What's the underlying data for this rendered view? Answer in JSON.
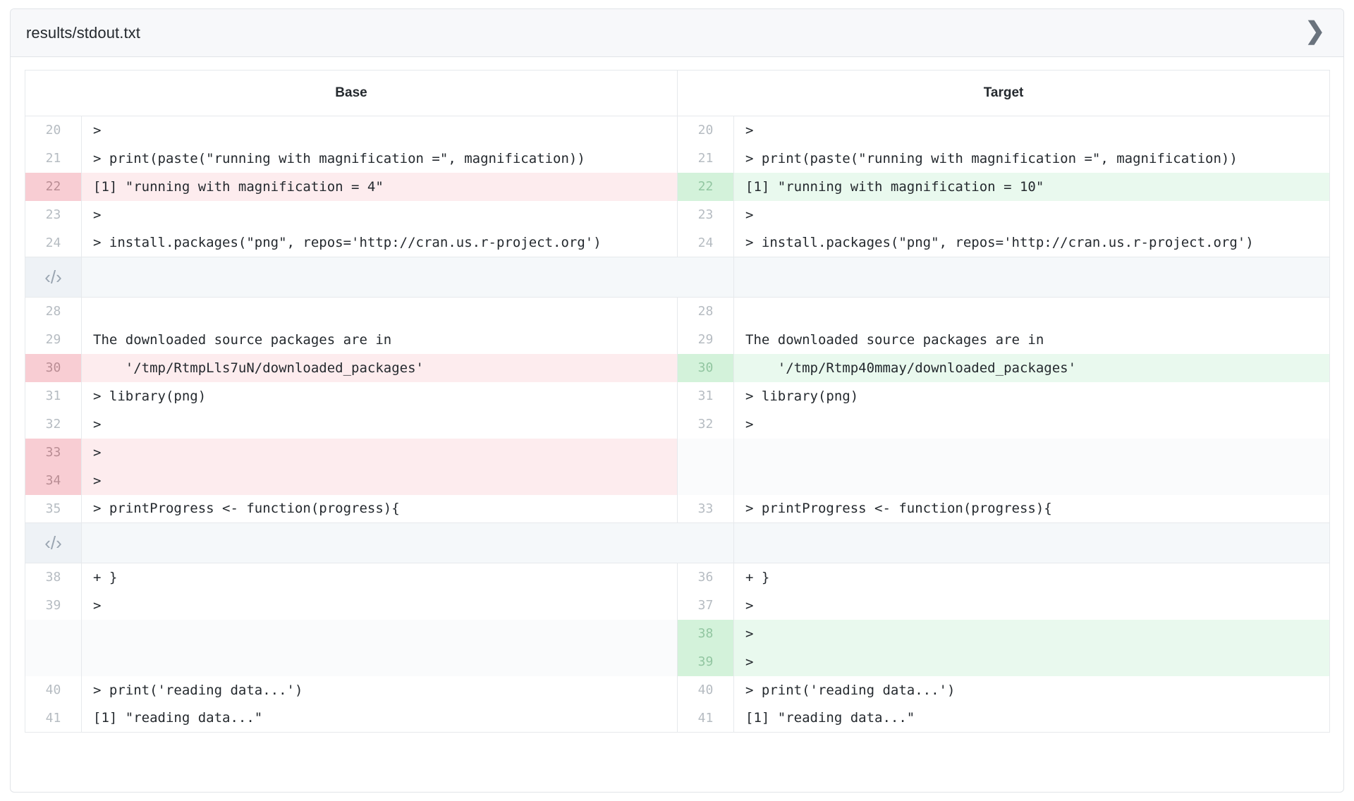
{
  "file_header": {
    "path": "results/stdout.txt",
    "toggle_icon": "chevron-right-icon",
    "toggle_glyph": "❯"
  },
  "columns": {
    "base_label": "Base",
    "target_label": "Target"
  },
  "expander": {
    "glyph": "‹/›",
    "icon": "code-expand-icon"
  },
  "colors": {
    "deletion_bg": "#fdecee",
    "deletion_gutter_bg": "#f8cdd3",
    "addition_bg": "#e9f9ee",
    "addition_gutter_bg": "#d3f2da",
    "empty_bg": "#fafbfc",
    "expander_bg": "#f5f8fa",
    "header_bg": "#f7f8fa",
    "border": "#e1e4e8"
  },
  "groups": [
    {
      "rows": [
        {
          "type": "context",
          "base_ln": "20",
          "base_code": ">",
          "target_ln": "20",
          "target_code": ">"
        },
        {
          "type": "context",
          "base_ln": "21",
          "base_code": "> print(paste(\"running with magnification =\", magnification))",
          "target_ln": "21",
          "target_code": "> print(paste(\"running with magnification =\", magnification))"
        },
        {
          "type": "change",
          "base_ln": "22",
          "base_code": "[1] \"running with magnification = 4\"",
          "target_ln": "22",
          "target_code": "[1] \"running with magnification = 10\""
        },
        {
          "type": "context",
          "base_ln": "23",
          "base_code": ">",
          "target_ln": "23",
          "target_code": ">"
        },
        {
          "type": "context",
          "base_ln": "24",
          "base_code": "> install.packages(\"png\", repos='http://cran.us.r-project.org')",
          "target_ln": "24",
          "target_code": "> install.packages(\"png\", repos='http://cran.us.r-project.org')"
        }
      ]
    },
    {
      "rows": [
        {
          "type": "context",
          "base_ln": "28",
          "base_code": "",
          "target_ln": "28",
          "target_code": ""
        },
        {
          "type": "context",
          "base_ln": "29",
          "base_code": "The downloaded source packages are in",
          "target_ln": "29",
          "target_code": "The downloaded source packages are in"
        },
        {
          "type": "change",
          "base_ln": "30",
          "base_code": "    '/tmp/RtmpLls7uN/downloaded_packages'",
          "target_ln": "30",
          "target_code": "    '/tmp/Rtmp40mmay/downloaded_packages'"
        },
        {
          "type": "context",
          "base_ln": "31",
          "base_code": "> library(png)",
          "target_ln": "31",
          "target_code": "> library(png)"
        },
        {
          "type": "context",
          "base_ln": "32",
          "base_code": ">",
          "target_ln": "32",
          "target_code": ">"
        },
        {
          "type": "deletion",
          "base_ln": "33",
          "base_code": ">",
          "target_ln": "",
          "target_code": ""
        },
        {
          "type": "deletion",
          "base_ln": "34",
          "base_code": ">",
          "target_ln": "",
          "target_code": ""
        },
        {
          "type": "context",
          "base_ln": "35",
          "base_code": "> printProgress <- function(progress){",
          "target_ln": "33",
          "target_code": "> printProgress <- function(progress){"
        }
      ]
    },
    {
      "rows": [
        {
          "type": "context",
          "base_ln": "38",
          "base_code": "+ }",
          "target_ln": "36",
          "target_code": "+ }"
        },
        {
          "type": "context",
          "base_ln": "39",
          "base_code": ">",
          "target_ln": "37",
          "target_code": ">"
        },
        {
          "type": "addition",
          "base_ln": "",
          "base_code": "",
          "target_ln": "38",
          "target_code": ">"
        },
        {
          "type": "addition",
          "base_ln": "",
          "base_code": "",
          "target_ln": "39",
          "target_code": ">"
        },
        {
          "type": "context",
          "base_ln": "40",
          "base_code": "> print('reading data...')",
          "target_ln": "40",
          "target_code": "> print('reading data...')"
        },
        {
          "type": "context",
          "base_ln": "41",
          "base_code": "[1] \"reading data...\"",
          "target_ln": "41",
          "target_code": "[1] \"reading data...\""
        }
      ]
    }
  ]
}
